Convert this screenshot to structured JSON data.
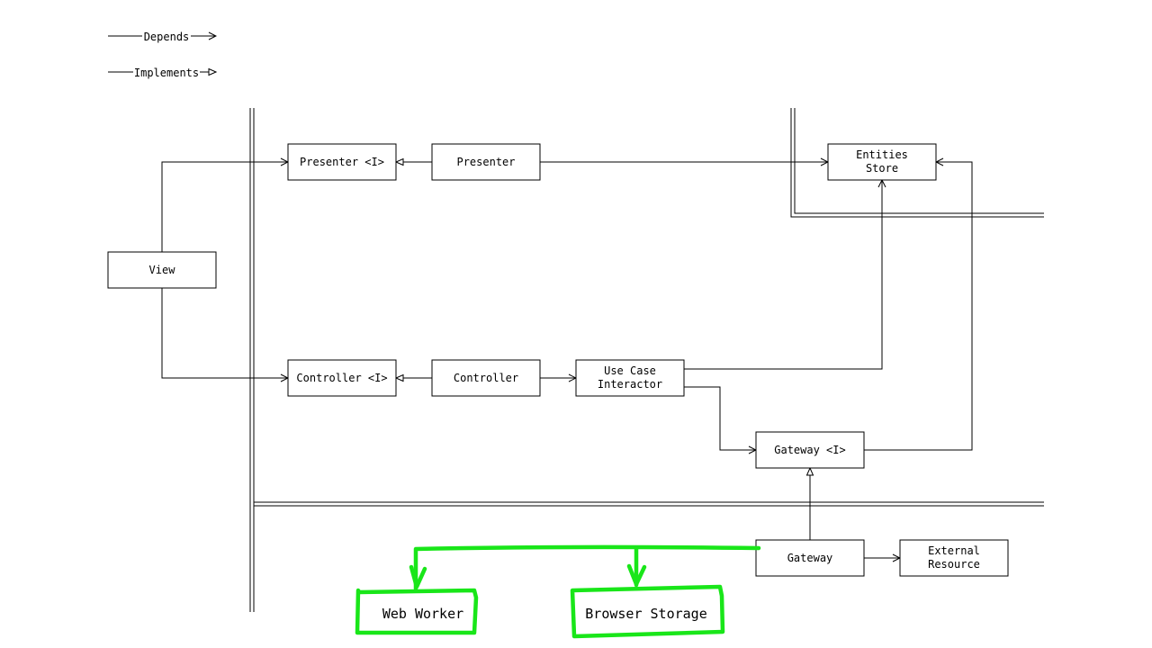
{
  "legend": {
    "depends_label": "Depends",
    "implements_label": "Implements"
  },
  "boxes": {
    "presenter_interface": "Presenter <I>",
    "presenter": "Presenter",
    "entities_store_line1": "Entities",
    "entities_store_line2": "Store",
    "view": "View",
    "controller_interface": "Controller <I>",
    "controller": "Controller",
    "use_case_line1": "Use Case",
    "use_case_line2": "Interactor",
    "gateway_interface": "Gateway <I>",
    "gateway": "Gateway",
    "external_line1": "External",
    "external_line2": "Resource"
  },
  "annotations": {
    "web_worker": "Web Worker",
    "browser_storage": "Browser Storage"
  },
  "colors": {
    "annotation": "#19e619",
    "line": "#000000",
    "background": "#ffffff"
  }
}
